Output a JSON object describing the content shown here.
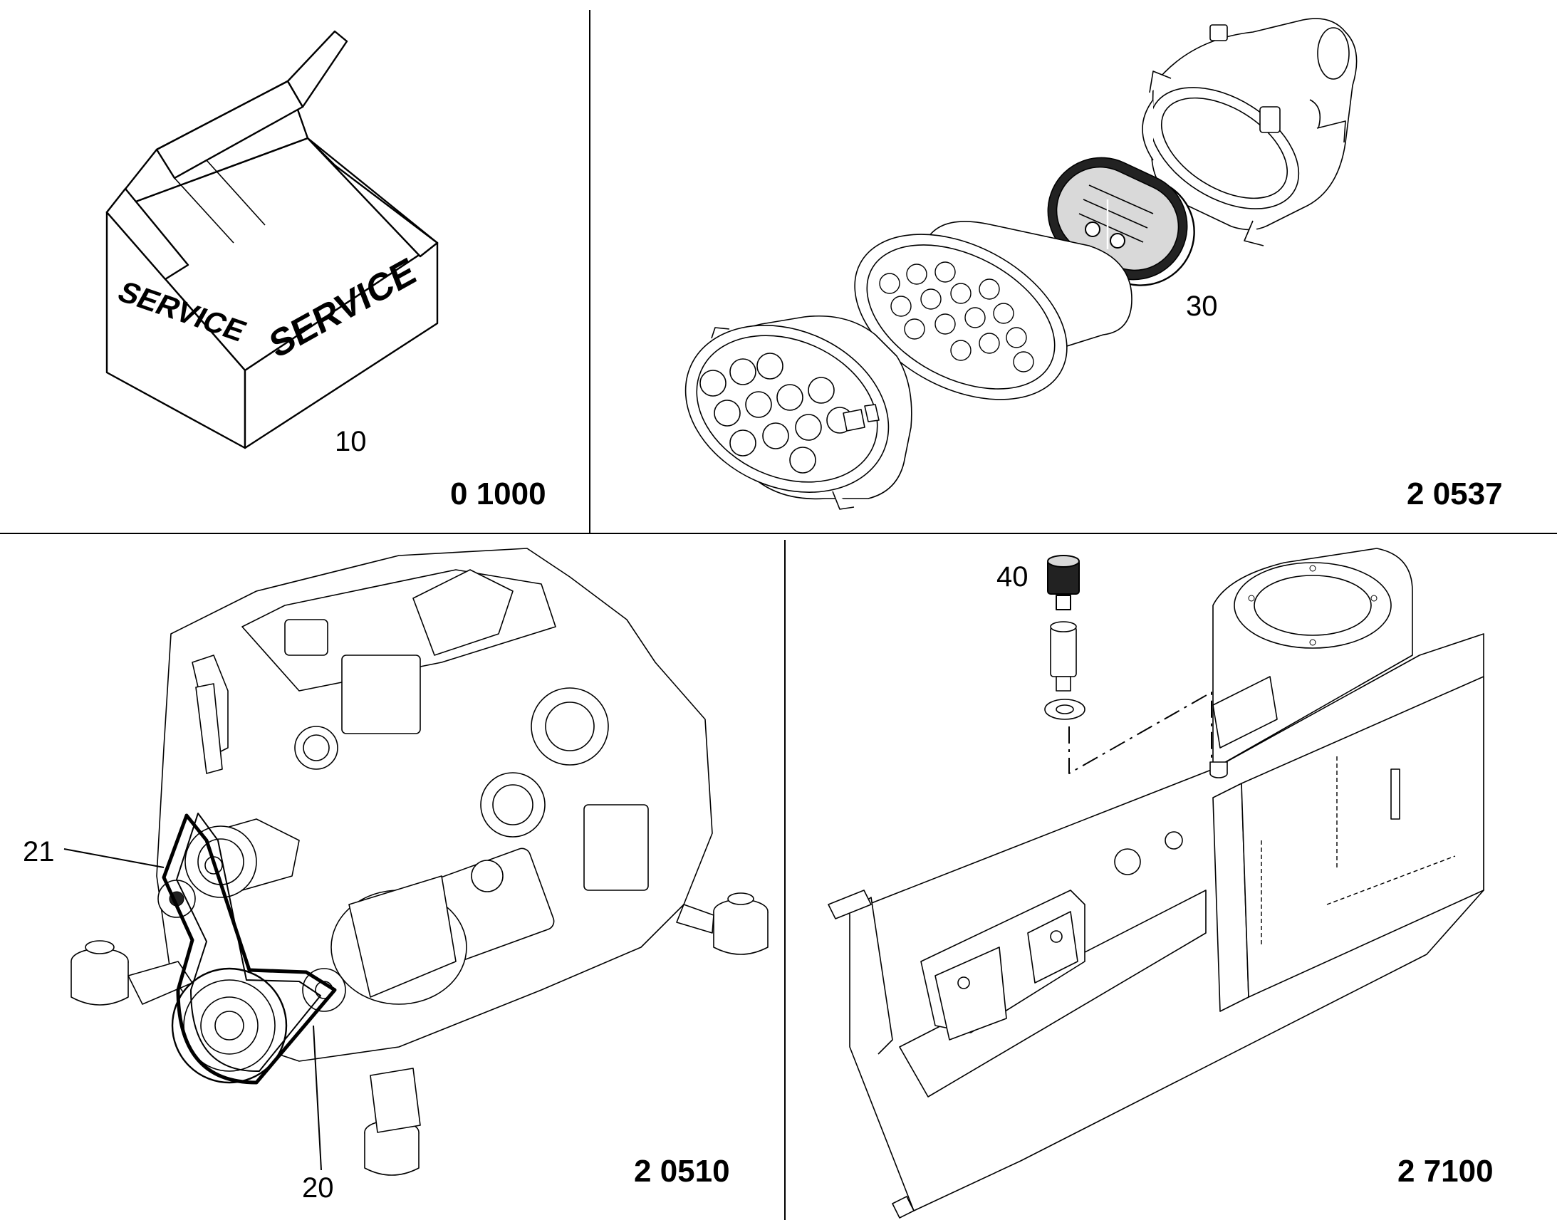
{
  "panels": {
    "service_kit": {
      "box_label_left": "SERVICE",
      "box_label_right": "SERVICE",
      "callout": "10",
      "section_code": "0 1000"
    },
    "air_filter": {
      "callout": "30",
      "section_code": "2 0537"
    },
    "engine_belt": {
      "callout_upper": "21",
      "callout_lower": "20",
      "section_code": "2 0510"
    },
    "bracket_plate": {
      "callout": "40",
      "section_code": "2 7100"
    }
  },
  "colors": {
    "line": "#000000",
    "fill": "#ffffff",
    "shade": "#d9d9d9",
    "dark": "#222222"
  }
}
